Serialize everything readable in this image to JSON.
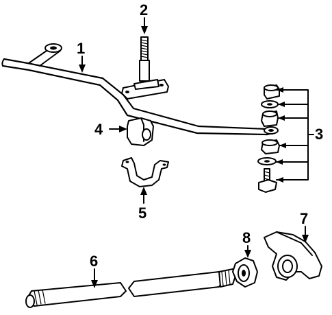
{
  "callouts": {
    "c1": "1",
    "c2": "2",
    "c3": "3",
    "c4": "4",
    "c5": "5",
    "c6": "6",
    "c7": "7",
    "c8": "8"
  },
  "parts": {
    "1": "stabilizer-bar",
    "2": "stud-bracket",
    "3": "link-kit",
    "4": "bushing",
    "5": "bushing-clamp",
    "6": "driveshaft",
    "7": "axle-housing-yoke",
    "8": "flange"
  }
}
